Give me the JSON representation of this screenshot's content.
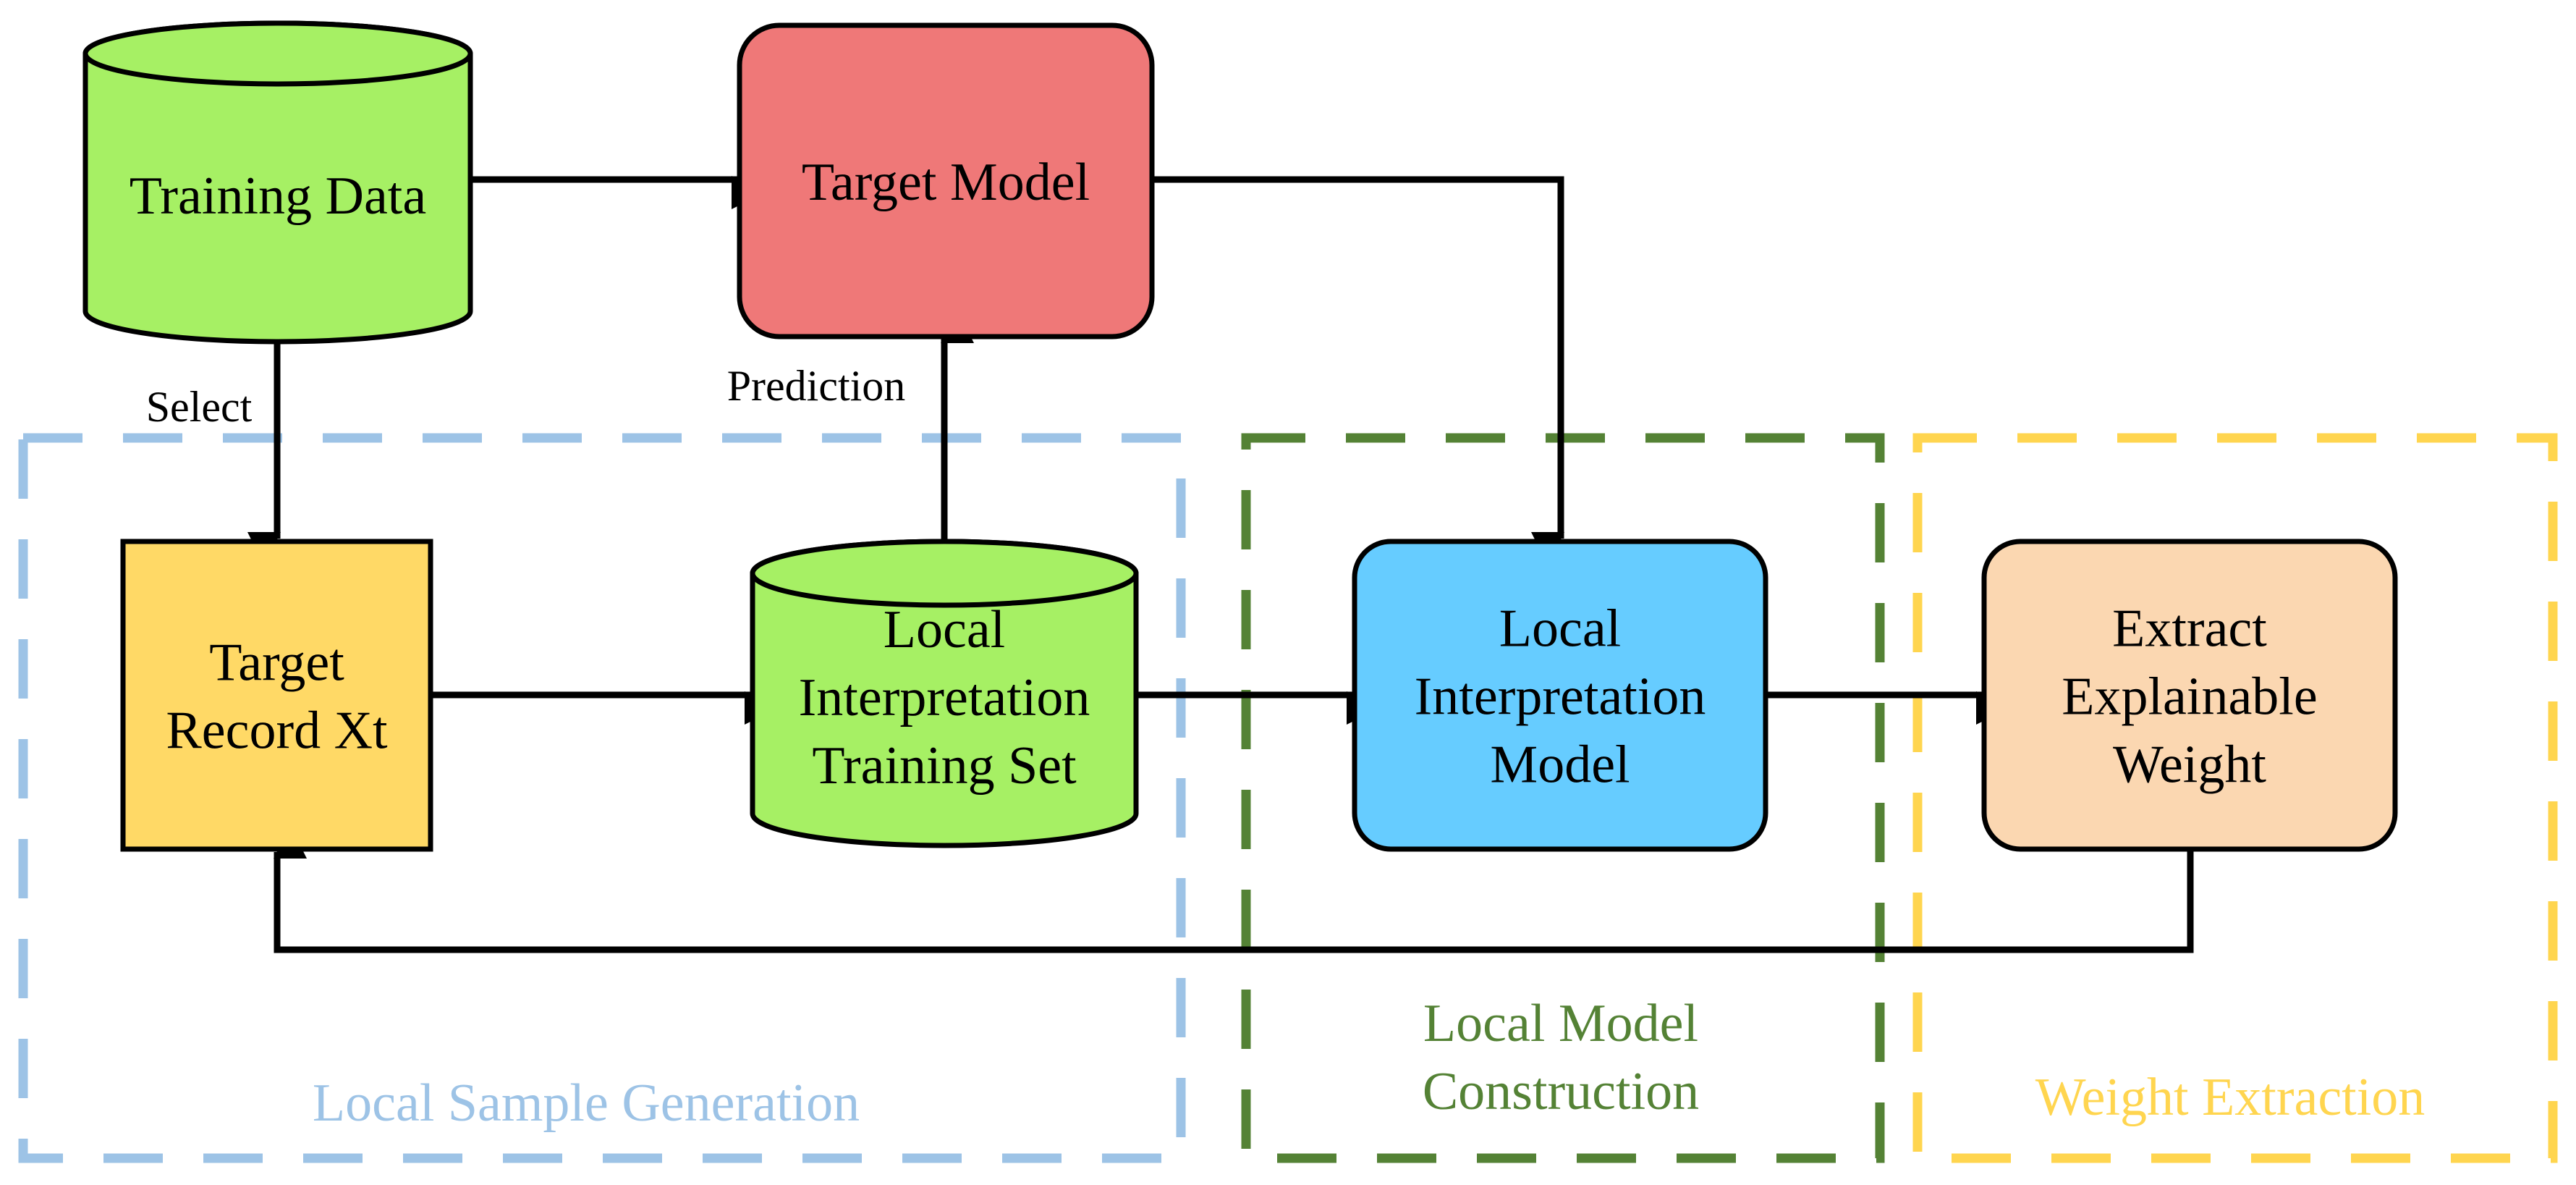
{
  "colors": {
    "cylinder_fill": "#a6f064",
    "target_model_fill": "#ef7878",
    "target_record_fill": "#ffd966",
    "local_model_fill": "#66ccff",
    "extract_fill": "#fbd7b1",
    "region_sample": "#9dc3e6",
    "region_construction": "#548235",
    "region_weight": "#ffd54f",
    "stroke": "#000000"
  },
  "nodes": {
    "training_data": {
      "shape": "cylinder",
      "lines": [
        "Training Data"
      ]
    },
    "target_model": {
      "shape": "rounded-rect",
      "lines": [
        "Target Model"
      ]
    },
    "target_record": {
      "shape": "rect",
      "lines": [
        "Target",
        "Record Xt"
      ]
    },
    "local_training_set": {
      "shape": "cylinder",
      "lines": [
        "Local",
        "Interpretation",
        "Training Set"
      ]
    },
    "local_model": {
      "shape": "rounded-rect",
      "lines": [
        "Local",
        "Interpretation",
        "Model"
      ]
    },
    "extract_weight": {
      "shape": "rounded-rect",
      "lines": [
        "Extract",
        "Explainable",
        "Weight"
      ]
    }
  },
  "edges": [
    {
      "from": "training_data",
      "to": "target_model",
      "label": ""
    },
    {
      "from": "training_data",
      "to": "target_record",
      "label": "Select"
    },
    {
      "from": "local_training_set",
      "to": "target_model",
      "label": "Prediction"
    },
    {
      "from": "target_model",
      "to": "local_model",
      "label": ""
    },
    {
      "from": "target_record",
      "to": "local_training_set",
      "label": ""
    },
    {
      "from": "local_training_set",
      "to": "local_model",
      "label": ""
    },
    {
      "from": "local_model",
      "to": "extract_weight",
      "label": ""
    },
    {
      "from": "extract_weight",
      "to": "target_record",
      "label": ""
    }
  ],
  "regions": {
    "sample_generation": {
      "label_lines": [
        "Local Sample Generation"
      ]
    },
    "model_construction": {
      "label_lines": [
        "Local Model",
        "Construction"
      ]
    },
    "weight_extraction": {
      "label_lines": [
        "Weight Extraction"
      ]
    }
  }
}
